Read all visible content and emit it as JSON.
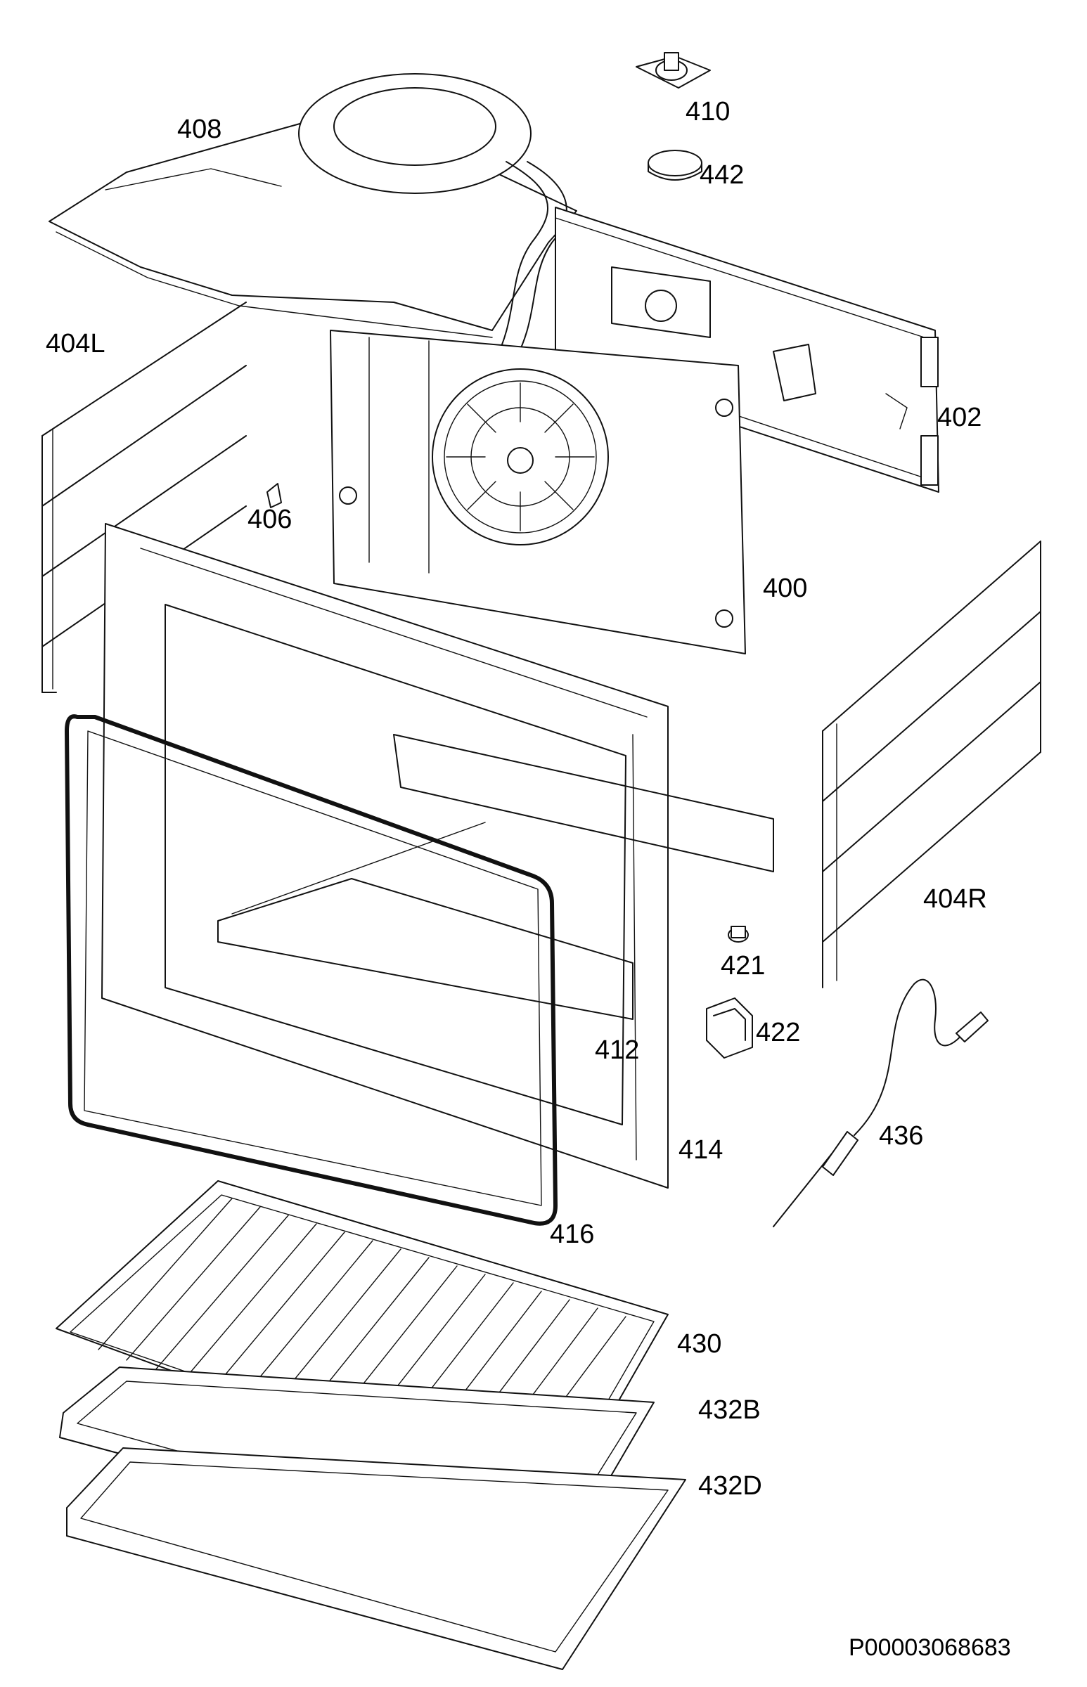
{
  "document_id": "P00003068683",
  "parts": {
    "p400": "400",
    "p402": "402",
    "p404L": "404L",
    "p404R": "404R",
    "p406": "406",
    "p408": "408",
    "p410": "410",
    "p412": "412",
    "p414": "414",
    "p416": "416",
    "p421": "421",
    "p422": "422",
    "p430": "430",
    "p432B": "432B",
    "p432D": "432D",
    "p436": "436",
    "p442": "442"
  }
}
